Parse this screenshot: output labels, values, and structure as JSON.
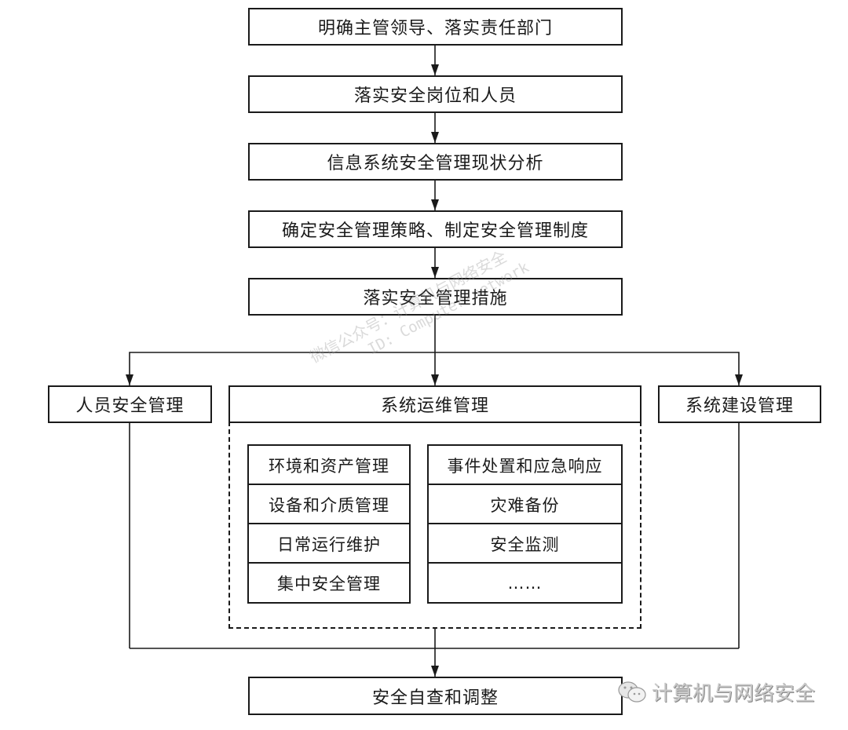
{
  "diagram": {
    "steps": [
      {
        "label": "明确主管领导、落实责任部门"
      },
      {
        "label": "落实安全岗位和人员"
      },
      {
        "label": "信息系统安全管理现状分析"
      },
      {
        "label": "确定安全管理策略、制定安全管理制度"
      },
      {
        "label": "落实安全管理措施"
      }
    ],
    "branches": {
      "left": {
        "label": "人员安全管理"
      },
      "middle": {
        "label": "系统运维管理"
      },
      "right": {
        "label": "系统建设管理"
      }
    },
    "ops_items_left": [
      "环境和资产管理",
      "设备和介质管理",
      "日常运行维护",
      "集中安全管理"
    ],
    "ops_items_right": [
      "事件处置和应急响应",
      "灾难备份",
      "安全监测",
      "……"
    ],
    "final_step": {
      "label": "安全自查和调整"
    }
  },
  "watermarks": {
    "diagonal_line1": "微信公众号：计算机与网络安全",
    "diagonal_line2": "ID: Computer-network",
    "corner_text": "计算机与网络安全",
    "corner_icon": "wechat-icon"
  }
}
